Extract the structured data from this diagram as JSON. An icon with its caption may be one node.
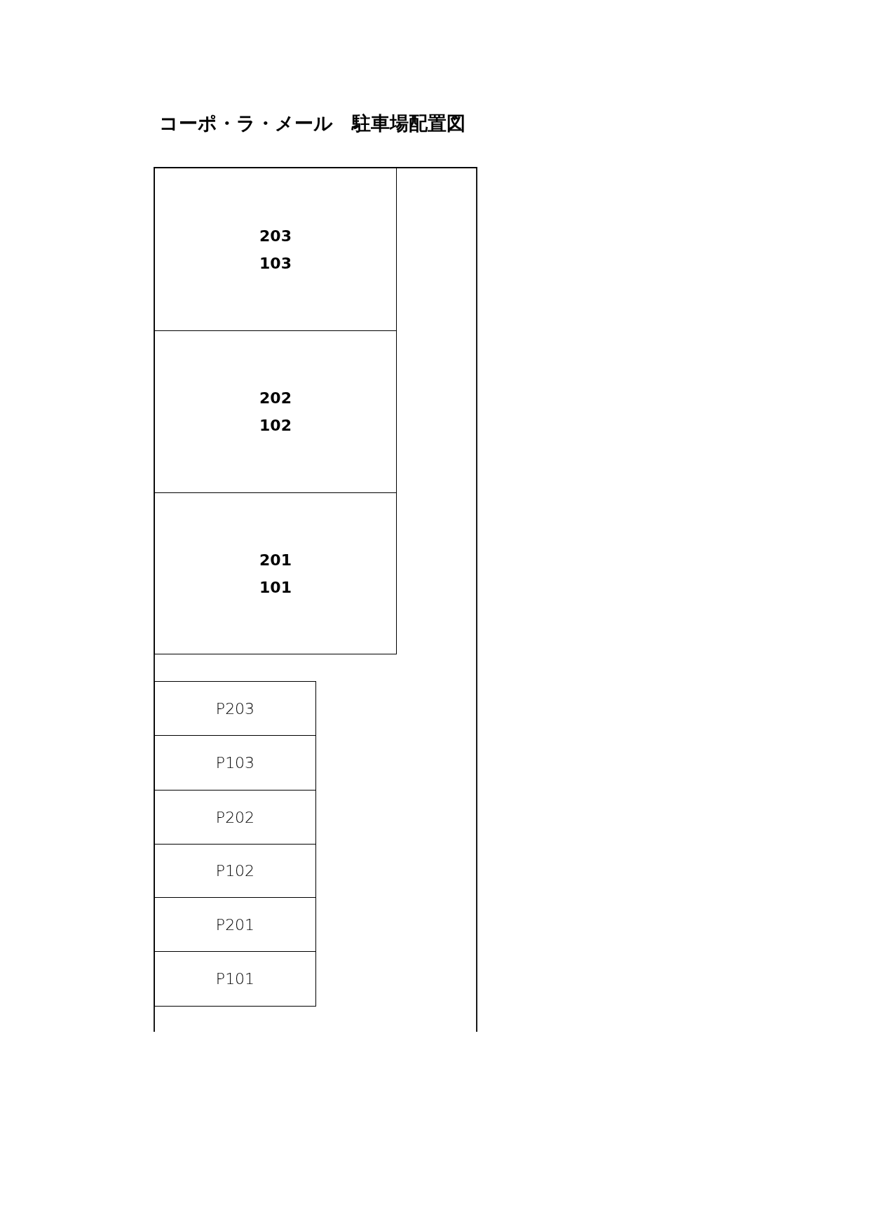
{
  "diagram": {
    "title": "コーポ・ラ・メール　駐車場配置図",
    "nodes": [
      {
        "text": [
          "203",
          "103"
        ]
      },
      {
        "text": [
          "202",
          "102"
        ]
      },
      {
        "text": [
          "201",
          "101"
        ]
      },
      {
        "text": [
          "P203"
        ]
      },
      {
        "text": [
          "P103"
        ]
      },
      {
        "text": [
          "P202"
        ]
      },
      {
        "text": [
          "P102"
        ]
      },
      {
        "text": [
          "P201"
        ]
      },
      {
        "text": [
          "P101"
        ]
      }
    ]
  }
}
